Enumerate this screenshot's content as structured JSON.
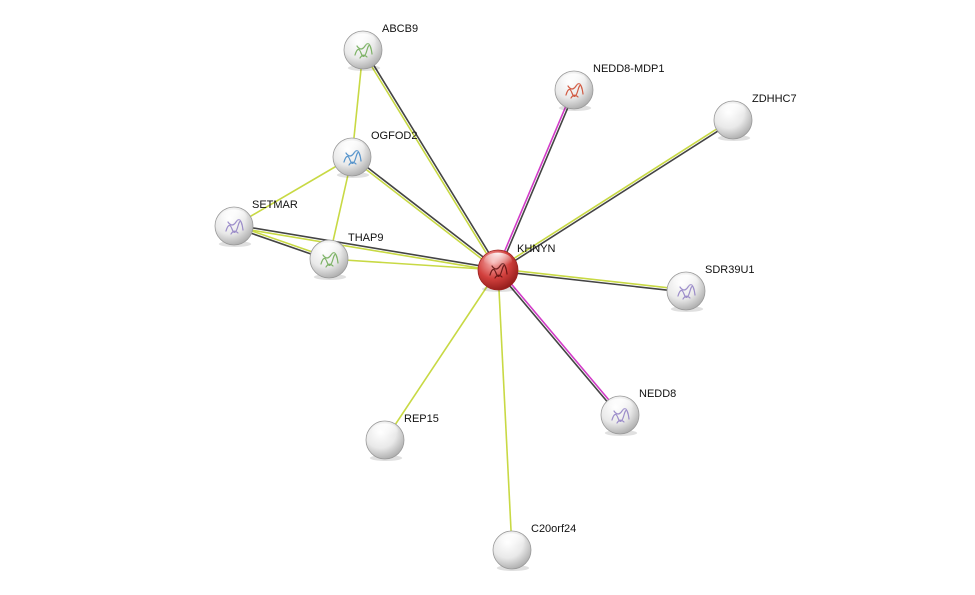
{
  "network": {
    "center_node": "KHNYN",
    "colors": {
      "center_node": "#c0302f",
      "node": "#e6e6e6",
      "edge_textmining": "#c8d944",
      "edge_coexpression": "#444444",
      "edge_experiments": "#d23cc8"
    },
    "nodes": [
      {
        "id": "KHNYN",
        "label": "KHNYN",
        "icon": "protein-structure-red"
      },
      {
        "id": "ABCB9",
        "label": "ABCB9",
        "icon": "protein-structure"
      },
      {
        "id": "OGFOD2",
        "label": "OGFOD2",
        "icon": "protein-structure"
      },
      {
        "id": "SETMAR",
        "label": "SETMAR",
        "icon": "protein-structure"
      },
      {
        "id": "THAP9",
        "label": "THAP9",
        "icon": "protein-structure"
      },
      {
        "id": "NEDD8-MDP1",
        "label": "NEDD8-MDP1",
        "icon": "protein-structure"
      },
      {
        "id": "ZDHHC7",
        "label": "ZDHHC7",
        "icon": "none"
      },
      {
        "id": "SDR39U1",
        "label": "SDR39U1",
        "icon": "protein-structure"
      },
      {
        "id": "NEDD8",
        "label": "NEDD8",
        "icon": "protein-structure"
      },
      {
        "id": "REP15",
        "label": "REP15",
        "icon": "none"
      },
      {
        "id": "C20orf24",
        "label": "C20orf24",
        "icon": "none"
      }
    ],
    "edges": [
      {
        "source": "KHNYN",
        "target": "ABCB9",
        "types": [
          "textmining",
          "coexpression"
        ]
      },
      {
        "source": "KHNYN",
        "target": "OGFOD2",
        "types": [
          "textmining",
          "coexpression"
        ]
      },
      {
        "source": "KHNYN",
        "target": "SETMAR",
        "types": [
          "textmining",
          "coexpression"
        ]
      },
      {
        "source": "KHNYN",
        "target": "THAP9",
        "types": [
          "textmining"
        ]
      },
      {
        "source": "KHNYN",
        "target": "NEDD8-MDP1",
        "types": [
          "experiments",
          "coexpression"
        ]
      },
      {
        "source": "KHNYN",
        "target": "ZDHHC7",
        "types": [
          "textmining",
          "coexpression"
        ]
      },
      {
        "source": "KHNYN",
        "target": "SDR39U1",
        "types": [
          "textmining",
          "coexpression"
        ]
      },
      {
        "source": "KHNYN",
        "target": "NEDD8",
        "types": [
          "experiments",
          "coexpression"
        ]
      },
      {
        "source": "KHNYN",
        "target": "REP15",
        "types": [
          "textmining"
        ]
      },
      {
        "source": "KHNYN",
        "target": "C20orf24",
        "types": [
          "textmining"
        ]
      },
      {
        "source": "ABCB9",
        "target": "OGFOD2",
        "types": [
          "textmining"
        ]
      },
      {
        "source": "OGFOD2",
        "target": "SETMAR",
        "types": [
          "textmining"
        ]
      },
      {
        "source": "OGFOD2",
        "target": "THAP9",
        "types": [
          "textmining"
        ]
      },
      {
        "source": "SETMAR",
        "target": "THAP9",
        "types": [
          "textmining",
          "coexpression"
        ]
      }
    ]
  }
}
